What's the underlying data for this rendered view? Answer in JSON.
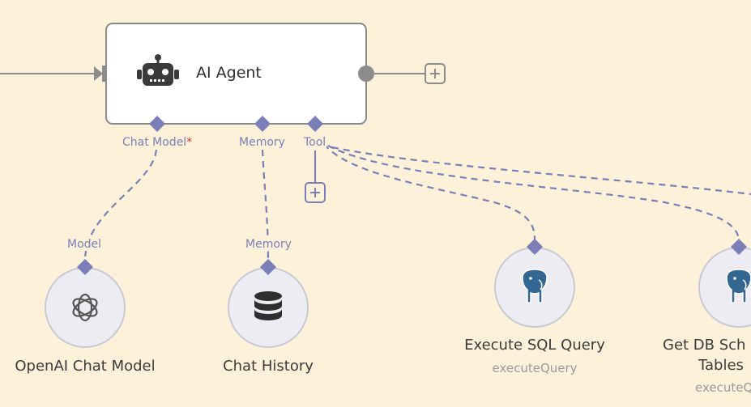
{
  "agent": {
    "title": "AI Agent",
    "connectors": {
      "chat_model": "Chat Model",
      "required_mark": "*",
      "memory": "Memory",
      "tool": "Tool"
    }
  },
  "nodes": {
    "openai": {
      "label": "OpenAI Chat Model",
      "port_label": "Model",
      "icon": "openai-icon"
    },
    "chat_history": {
      "label": "Chat History",
      "port_label": "Memory",
      "icon": "database-icon"
    },
    "execute_sql": {
      "label": "Execute SQL Query",
      "subtitle": "executeQuery",
      "icon": "postgres-elephant-icon"
    },
    "get_db": {
      "label_line1": "Get DB Sch",
      "label_line2": "Tables",
      "subtitle": "executeQ",
      "icon": "postgres-elephant-icon"
    }
  },
  "colors": {
    "canvas": "#fdf2d9",
    "connector": "#7a7fb8",
    "node_border": "#8a8a8a",
    "sub_node_fill": "#ececf2"
  }
}
